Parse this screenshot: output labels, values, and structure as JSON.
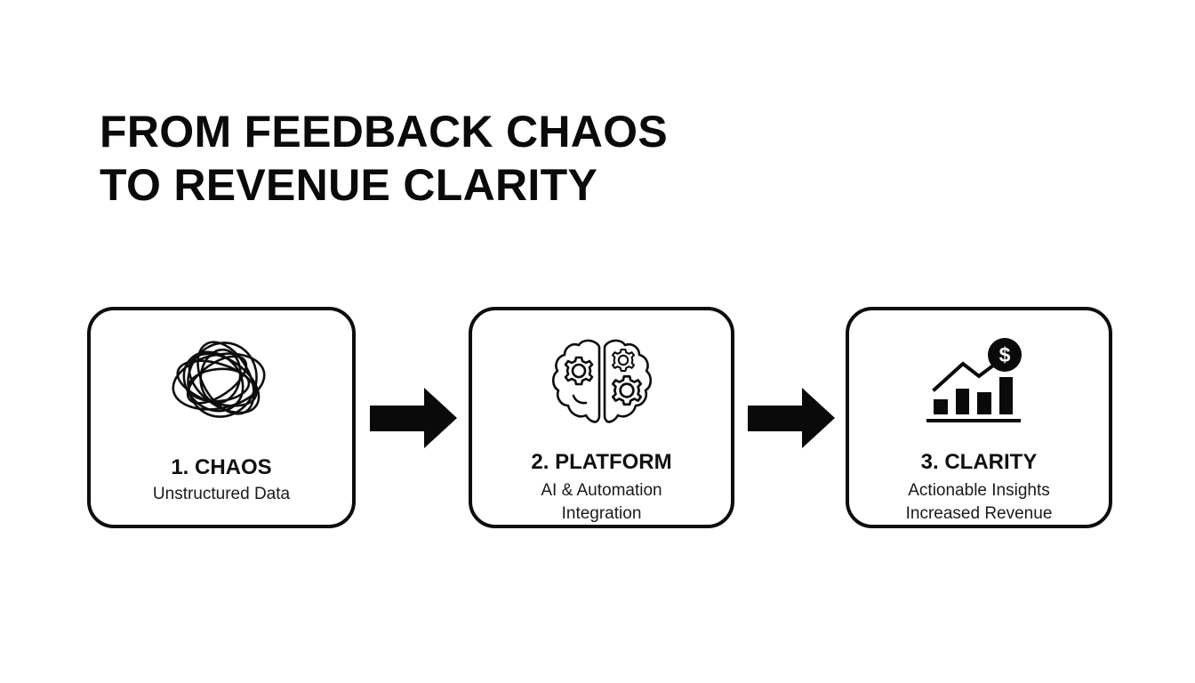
{
  "title": {
    "line1": "FROM FEEDBACK CHAOS",
    "line2": "TO REVENUE CLARITY"
  },
  "steps": [
    {
      "icon": "tangled-scribble-icon",
      "label": "1. CHAOS",
      "description": [
        "Unstructured Data"
      ]
    },
    {
      "icon": "brain-gears-icon",
      "label": "2. PLATFORM",
      "description": [
        "AI & Automation",
        "Integration"
      ]
    },
    {
      "icon": "revenue-growth-chart-icon",
      "label": "3. CLARITY",
      "description": [
        "Actionable Insights",
        "Increased Revenue"
      ]
    }
  ],
  "connectors": [
    {
      "icon": "right-arrow-icon",
      "from": "1. CHAOS",
      "to": "2. PLATFORM"
    },
    {
      "icon": "right-arrow-icon",
      "from": "2. PLATFORM",
      "to": "3. CLARITY"
    }
  ],
  "colors": {
    "ink": "#0d0d0d",
    "background": "#ffffff"
  }
}
